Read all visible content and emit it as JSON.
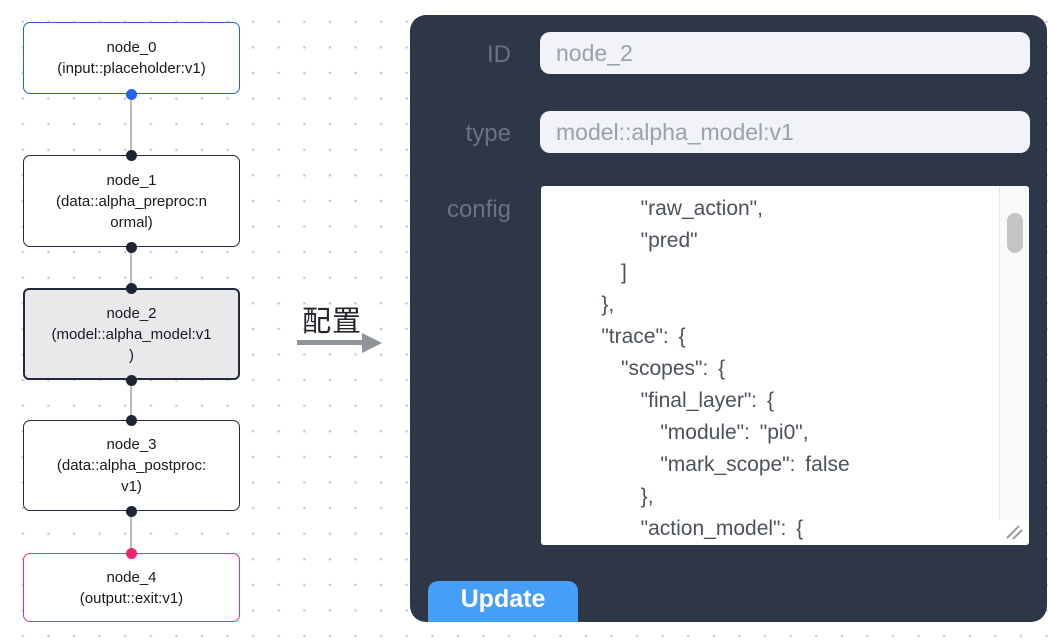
{
  "flow": {
    "nodes": [
      {
        "name": "node_0",
        "lines": [
          "node_0",
          "(input::placeholder:v1)"
        ]
      },
      {
        "name": "node_1",
        "lines": [
          "node_1",
          "(data::alpha_preproc:n",
          "ormal)"
        ]
      },
      {
        "name": "node_2",
        "lines": [
          "node_2",
          "(model::alpha_model:v1",
          ")"
        ]
      },
      {
        "name": "node_3",
        "lines": [
          "node_3",
          "(data::alpha_postproc:",
          "v1)"
        ]
      },
      {
        "name": "node_4",
        "lines": [
          "node_4",
          "(output::exit:v1)"
        ]
      }
    ],
    "selected_node": "node_2",
    "colors": {
      "input_node_border": "#2c5fc8",
      "output_node_border": "#ee2e7b",
      "default_node_border": "#232a3b",
      "selected_node_bg": "#e9e9eb",
      "input_port": "#2563eb",
      "output_port": "#f1256f"
    }
  },
  "transition": {
    "label": "配置"
  },
  "panel": {
    "bg_color": "#2d3748",
    "fields": {
      "id": {
        "label": "ID",
        "value": "node_2"
      },
      "type": {
        "label": "type",
        "value": "model::alpha_model:v1"
      },
      "config": {
        "label": "config",
        "value": "        \"raw_action\",\n        \"pred\"\n      ]\n    },\n    \"trace\": {\n      \"scopes\": {\n        \"final_layer\": {\n          \"module\": \"pi0\",\n          \"mark_scope\": false\n        },\n        \"action_model\": {"
      }
    },
    "update_button": {
      "label": "Update",
      "color": "#459ef8"
    }
  }
}
